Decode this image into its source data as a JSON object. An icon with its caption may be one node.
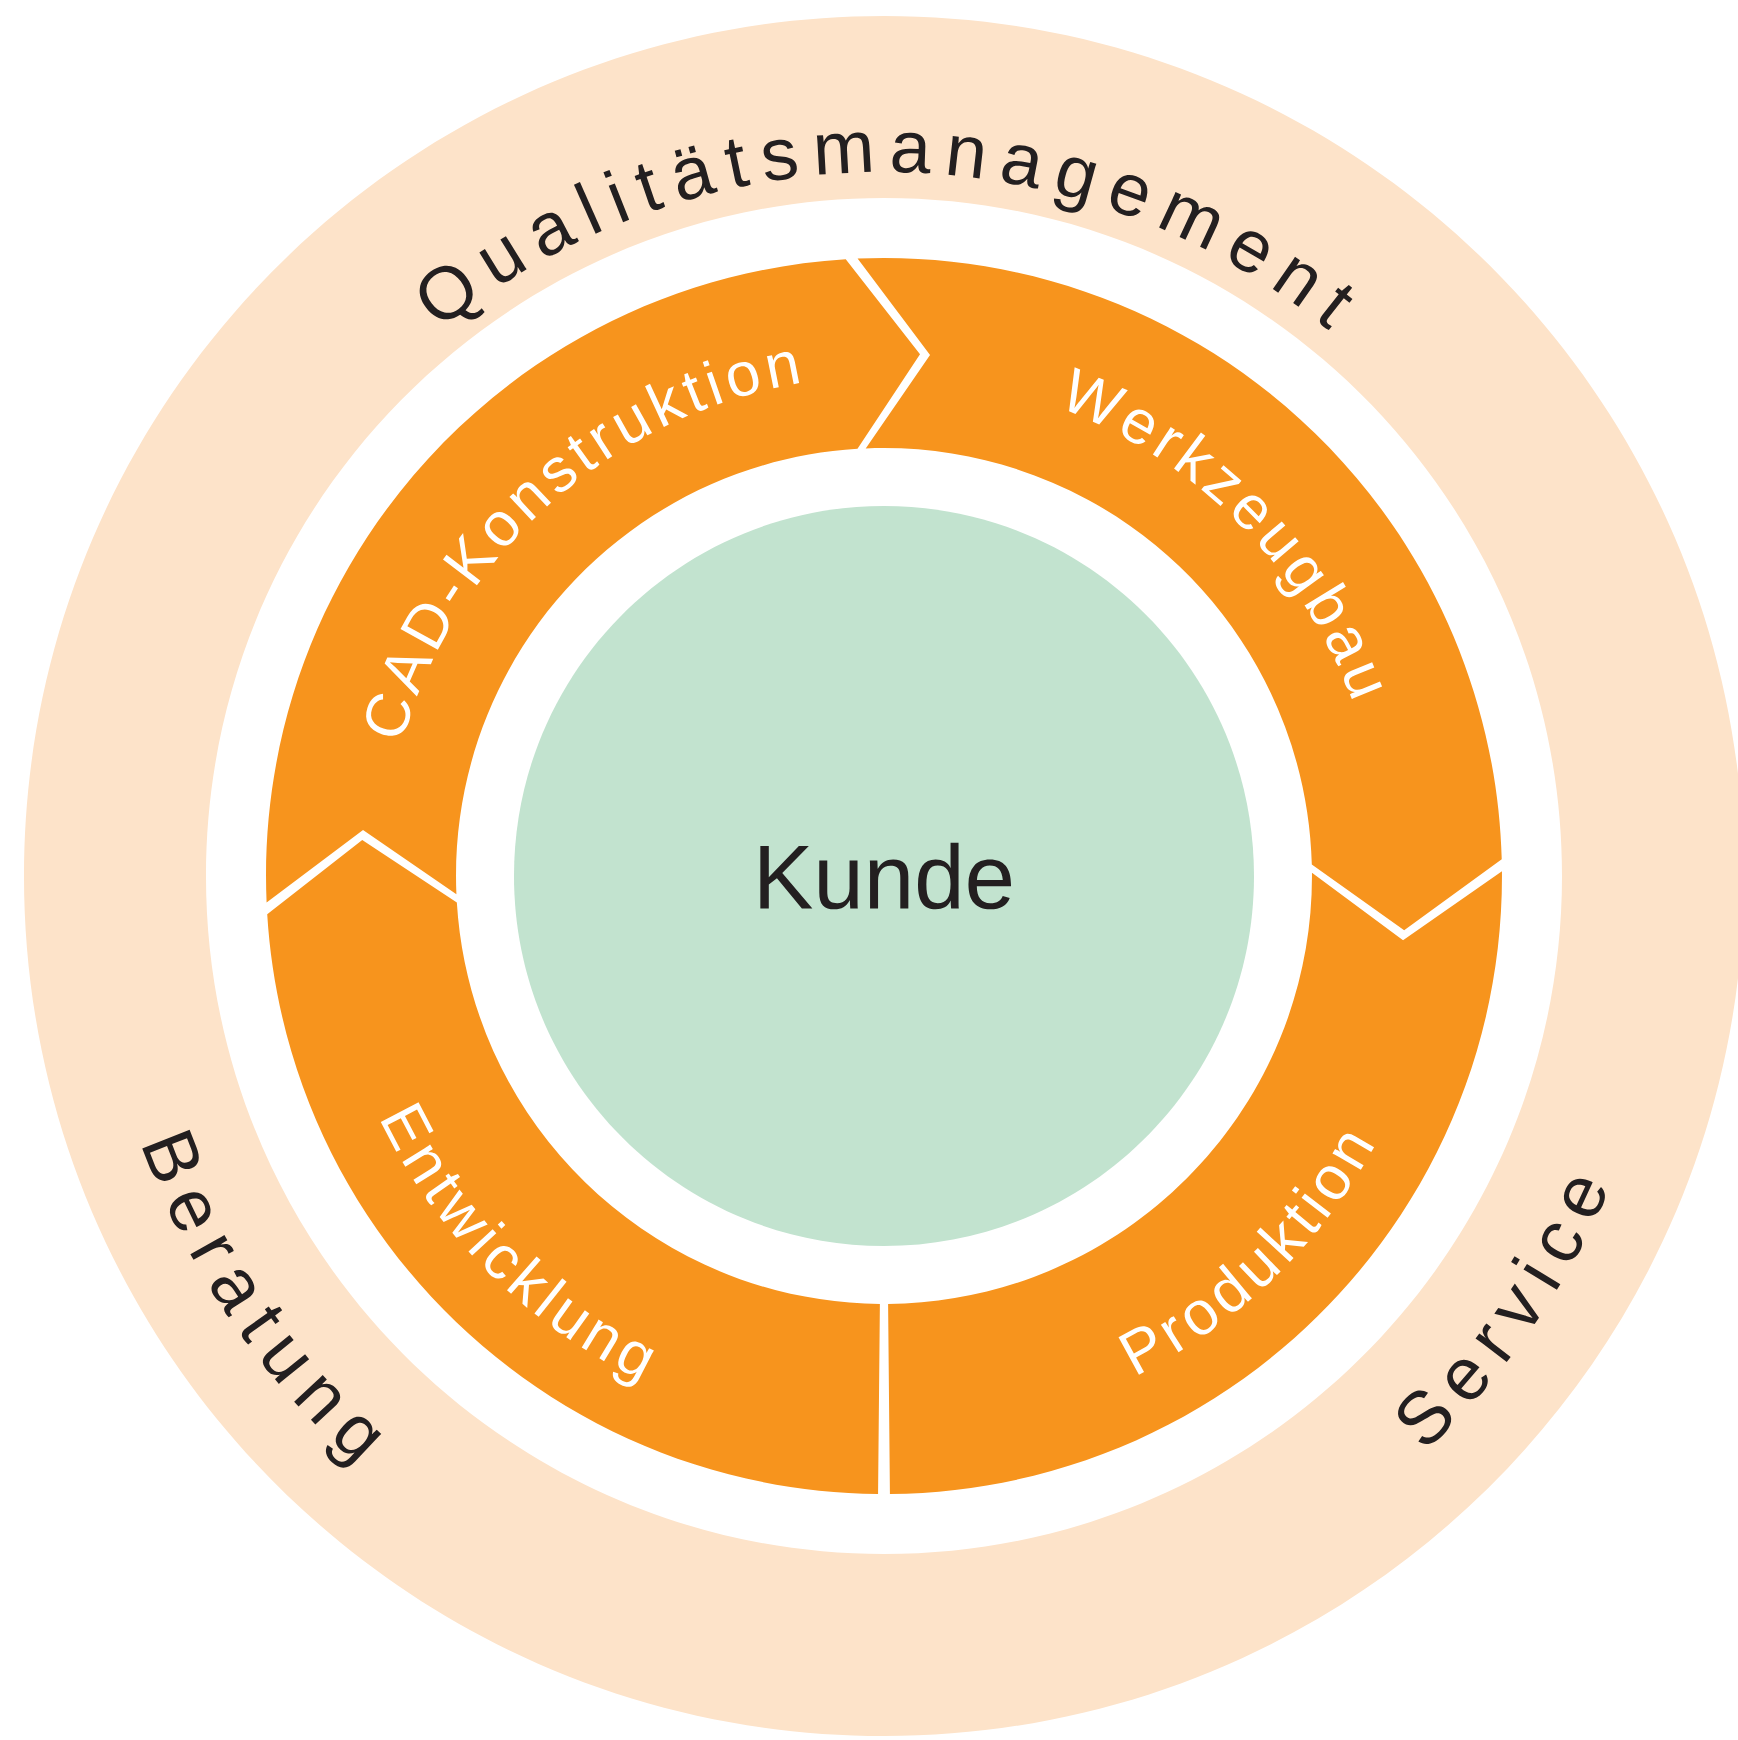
{
  "diagram": {
    "nodes": [
      {
        "text": [
          "Qualitätsmanagement",
          "Beratung",
          "Service"
        ]
      },
      {
        "text": [
          "CAD-Konstruktion"
        ],
        "in": 0
      },
      {
        "text": [
          "Werkzeugbau"
        ],
        "in": 0
      },
      {
        "text": [
          "Kunde"
        ],
        "in": 0
      },
      {
        "text": [
          "Entwicklung"
        ],
        "in": 0
      },
      {
        "text": [
          "Produktion"
        ],
        "in": 0
      }
    ]
  }
}
